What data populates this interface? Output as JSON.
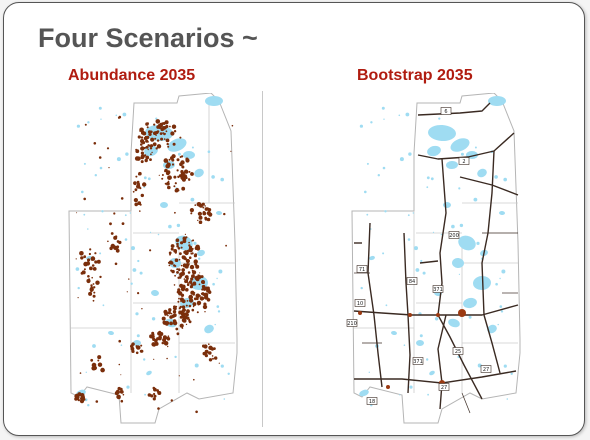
{
  "slide": {
    "title": "Four Scenarios ~"
  },
  "maps": [
    {
      "id": "abundance",
      "label": "Abundance 2035",
      "water_color": "#9fdcf2",
      "feature_color": "#7a2e0b"
    },
    {
      "id": "bootstrap",
      "label": "Bootstrap 2035",
      "water_color": "#9fdcf2",
      "road_color": "#3a2a22",
      "route_numbers": [
        "6",
        "2",
        "200",
        "371",
        "84",
        "71",
        "10",
        "210",
        "25",
        "371",
        "27",
        "27",
        "18"
      ]
    }
  ],
  "colors": {
    "title": "#555555",
    "label": "#b01c10",
    "frame": "#555555"
  }
}
